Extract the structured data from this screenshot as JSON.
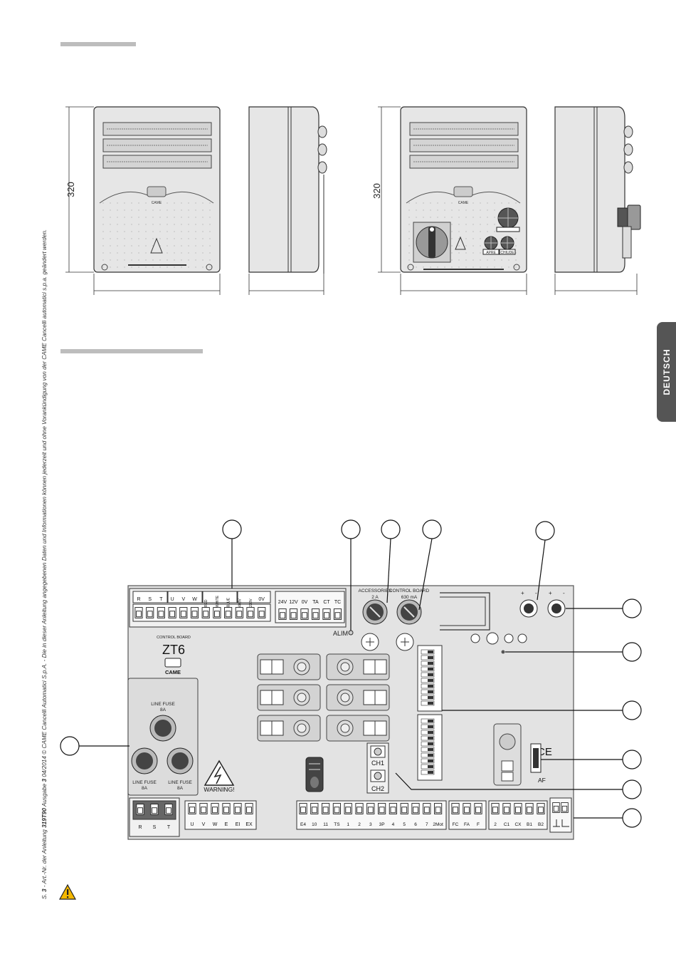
{
  "dimensions": {
    "height_front": "320",
    "height_front_alt": "320"
  },
  "side_tab": {
    "label": "DEUTSCH"
  },
  "footer": {
    "prefix": "S. ",
    "page": "3",
    "text1": " - Art.-Nr. der Anleitung ",
    "manual_no": "319T90",
    "text2": " Ausgabe ",
    "edition": "3",
    "text3": " 04/2014  © CAME Cancelli Automatici S.p.A.   - Die in dieser Anleitung angegebenen Daten und Informationen können jederzeit und ohne Vorankündigung von der CAME Cancelli automatici s.p.a. geändert werden."
  },
  "board": {
    "brand": "CAME",
    "board_caption": "CONTROL BOARD",
    "board_model": "ZT6",
    "alim_label": "ALIM",
    "fuse_accessories": {
      "title": "ACCESSORIES",
      "rating": "2 A"
    },
    "fuse_board": {
      "title": "CONTROL BOARD",
      "rating": "630 mA"
    },
    "line_fuse_label": "LINE FUSE",
    "line_fuse_rating": "8A",
    "warning_label": "WARNING!",
    "ch1": "CH1",
    "ch2": "CH2",
    "ce_mark": "CE",
    "af_label": "AF",
    "apre": "APRE",
    "chiude": "CHIUDE",
    "top_terminals_1": [
      "R",
      "S",
      "T",
      "U",
      "V",
      "W",
      "RED",
      "WHITE",
      "BLUE",
      "400V",
      "230V",
      "0V"
    ],
    "top_terminals_2": [
      "24V",
      "12V",
      "0V",
      "TA",
      "CT",
      "TC"
    ],
    "bottom_power": [
      "R",
      "S",
      "T"
    ],
    "bottom_motor": [
      "U",
      "V",
      "W",
      "E",
      "EI",
      "EX"
    ],
    "bottom_inputs": [
      "E4",
      "10",
      "11",
      "TS",
      "1",
      "2",
      "3",
      "3P",
      "4",
      "5",
      "6",
      "7",
      "2Mot"
    ],
    "bottom_limit": [
      "FC",
      "FA",
      "F"
    ],
    "bottom_encoder": [
      "2",
      "C1",
      "CX",
      "B1",
      "B2"
    ]
  }
}
